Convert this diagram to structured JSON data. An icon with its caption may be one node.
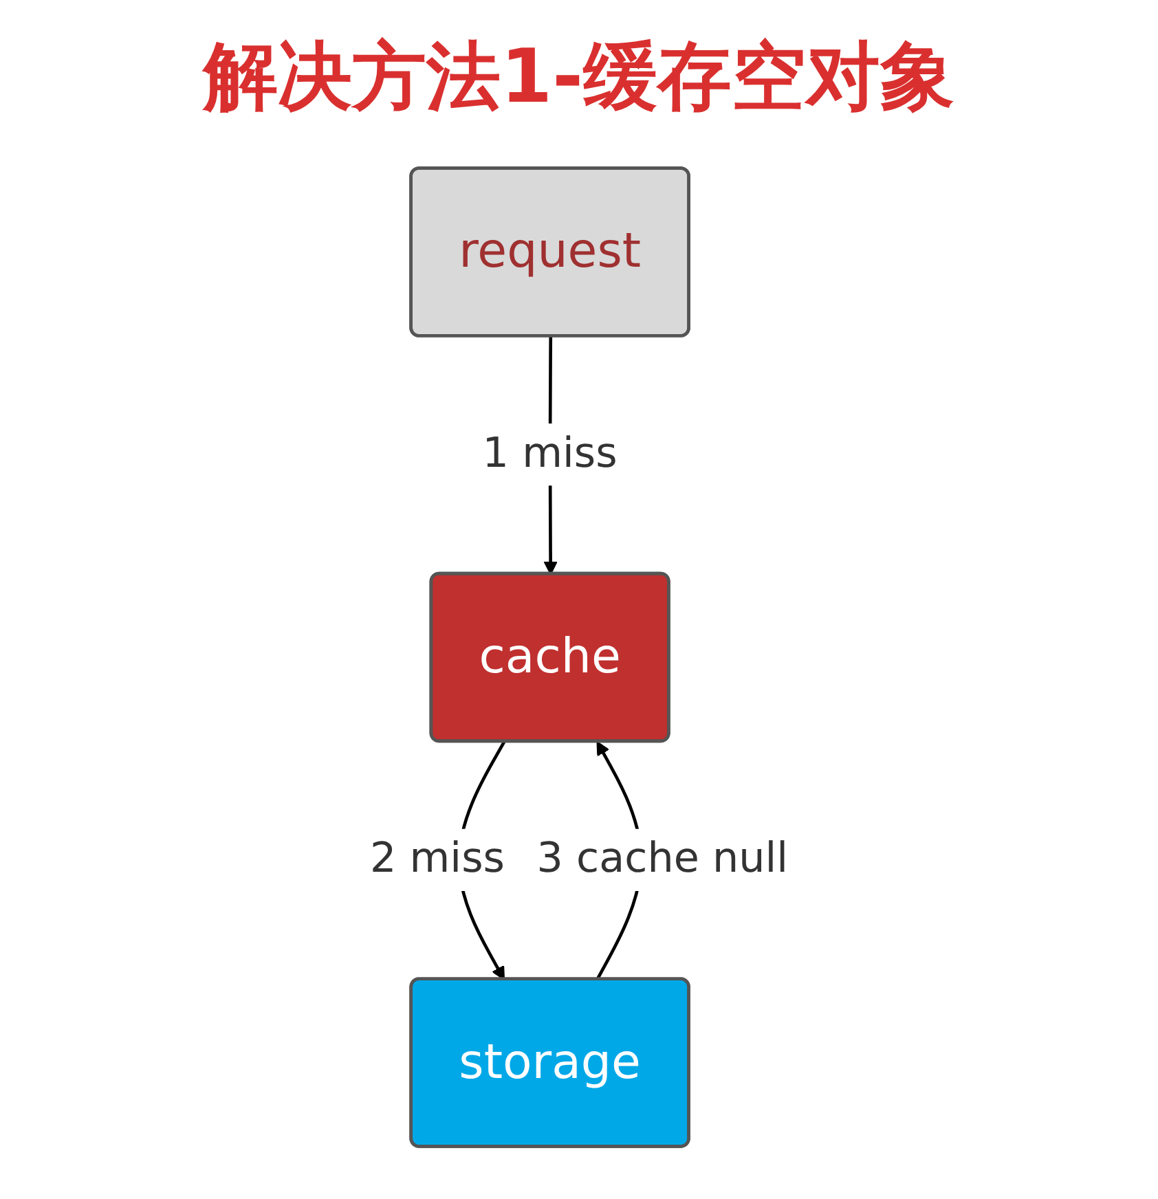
{
  "diagram": {
    "title": "解决方法1-缓存空对象",
    "nodes": [
      {
        "text": [
          "request"
        ]
      },
      {
        "text": [
          "cache"
        ]
      },
      {
        "text": [
          "storage"
        ]
      }
    ],
    "edges": [
      {
        "from": 0,
        "to": 1,
        "arrow": "to",
        "label": "1 miss"
      },
      {
        "from": 1,
        "to": 2,
        "arrow": "to",
        "label": "2 miss"
      },
      {
        "from": 2,
        "to": 1,
        "arrow": "to",
        "label": "3 cache null"
      }
    ]
  }
}
